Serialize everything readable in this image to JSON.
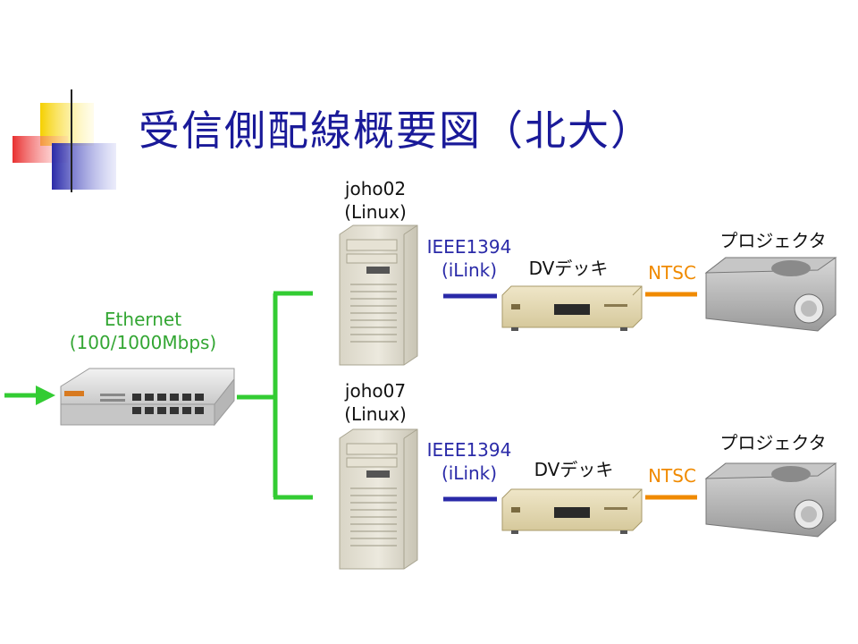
{
  "slide": {
    "title": "受信側配線概要図（北大）"
  },
  "network": {
    "label_line1": "Ethernet",
    "label_line2": "(100/1000Mbps)"
  },
  "chains": [
    {
      "host_name": "joho02",
      "host_os": "(Linux)",
      "link_line1": "IEEE1394",
      "link_line2": "(iLink)",
      "deck": "DVデッキ",
      "signal": "NTSC",
      "projector": "プロジェクタ"
    },
    {
      "host_name": "joho07",
      "host_os": "(Linux)",
      "link_line1": "IEEE1394",
      "link_line2": "(iLink)",
      "deck": "DVデッキ",
      "signal": "NTSC",
      "projector": "プロジェクタ"
    }
  ],
  "colors": {
    "title": "#1a1a99",
    "ethernet": "#33cc33",
    "ieee1394": "#2a2aa8",
    "ntsc": "#f08a00",
    "deco_yellow": "#f5d000",
    "deco_red": "#e83030",
    "deco_blue": "#2a2aa8"
  }
}
